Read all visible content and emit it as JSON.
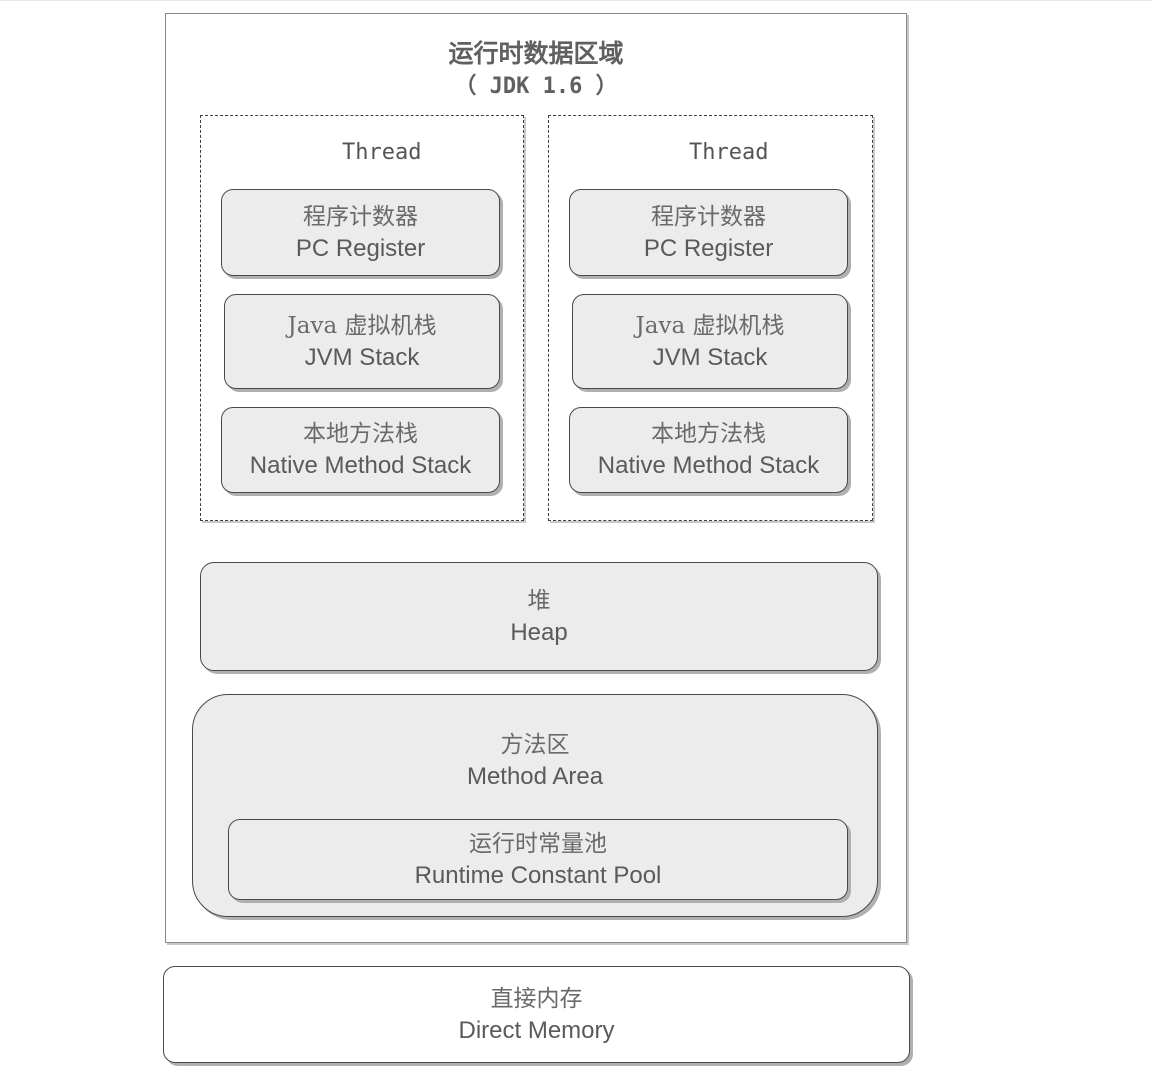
{
  "runtime_data_area": {
    "title": "运行时数据区域",
    "version": "（ JDK 1.6 ）"
  },
  "threads": [
    {
      "label": "Thread",
      "pc_register": {
        "cn": "程序计数器",
        "en": "PC Register"
      },
      "jvm_stack": {
        "cn": "Java 虚拟机栈",
        "en": "JVM Stack"
      },
      "native_method_stack": {
        "cn": "本地方法栈",
        "en": "Native Method Stack"
      }
    },
    {
      "label": "Thread",
      "pc_register": {
        "cn": "程序计数器",
        "en": "PC Register"
      },
      "jvm_stack": {
        "cn": "Java 虚拟机栈",
        "en": "JVM Stack"
      },
      "native_method_stack": {
        "cn": "本地方法栈",
        "en": "Native Method Stack"
      }
    }
  ],
  "heap": {
    "cn": "堆",
    "en": "Heap"
  },
  "method_area": {
    "cn": "方法区",
    "en": "Method Area",
    "runtime_constant_pool": {
      "cn": "运行时常量池",
      "en": "Runtime Constant Pool"
    }
  },
  "direct_memory": {
    "cn": "直接内存",
    "en": "Direct Memory"
  }
}
